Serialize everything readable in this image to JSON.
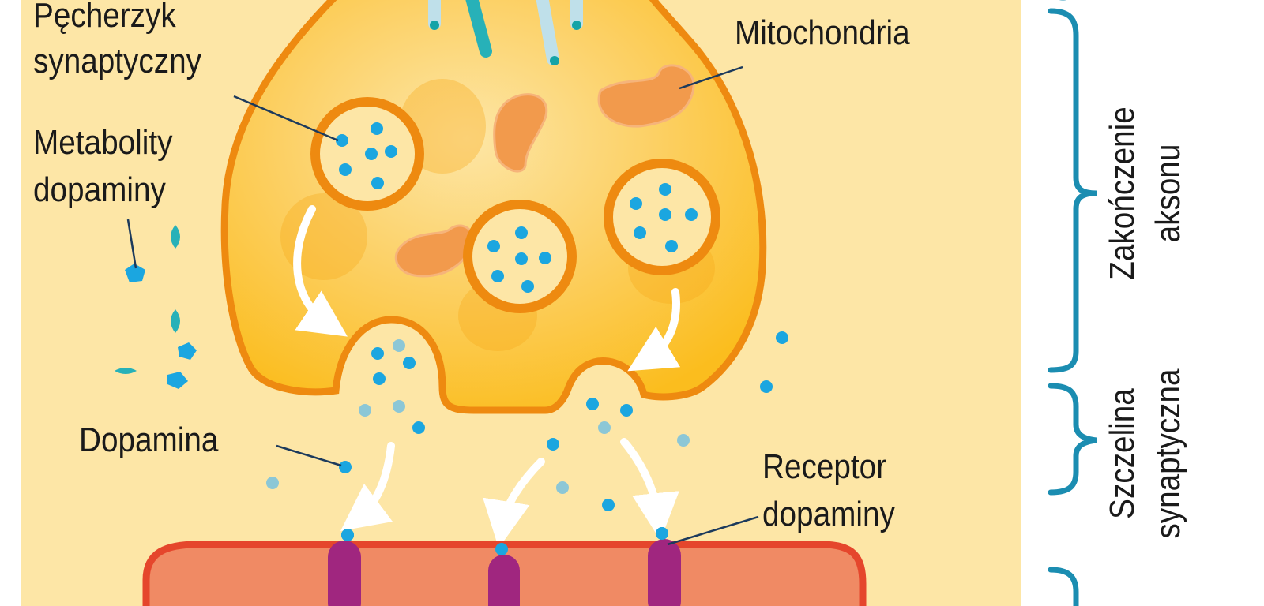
{
  "labels": {
    "vesicle": [
      "Pęcherzyk",
      "synaptyczny"
    ],
    "mitochondria": "Mitochondria",
    "metabolites": [
      "Metabolity",
      "dopaminy"
    ],
    "dopamine": "Dopamina",
    "receptor": [
      "Receptor",
      "dopaminy"
    ],
    "axon_terminal": [
      "Zakończenie",
      "aksonu"
    ],
    "synaptic_cleft": [
      "Szczelina",
      "synaptyczna"
    ]
  },
  "colors": {
    "background": "#fde6a6",
    "terminal_fill": "#fbbd1e",
    "terminal_outline": "#ee8a10",
    "dopamine": "#1ba6e0",
    "metabolite": "#27b1b8",
    "postsynaptic_fill": "#f08a64",
    "postsynaptic_outline": "#e5462c",
    "receptor": "#a0267f",
    "brace": "#1b8db1"
  }
}
